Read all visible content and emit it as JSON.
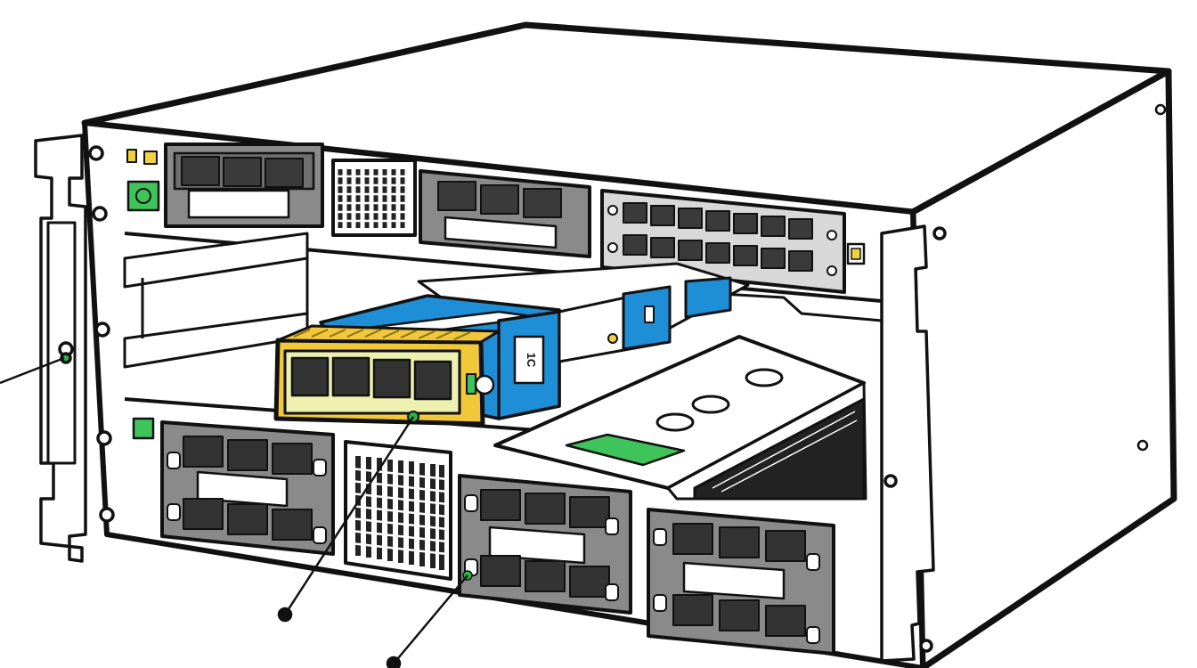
{
  "colors": {
    "outline": "#111111",
    "background": "#ffffff",
    "chassis": "#ffffff",
    "port_gray": "#8a8a8a",
    "port_dark": "#555555",
    "module_light": "#d8d8d8",
    "label_white": "#ffffff",
    "accent_green": "#3ec45a",
    "accent_yellow": "#f2d23c",
    "adapter_yellow": "#f0c83a",
    "transceiver_blue": "#1e8fd6",
    "led_green": "#2bb34a"
  },
  "parts": {
    "chassis": "network-chassis",
    "top_modules": [
      "rj45-module-3port",
      "vent-grille",
      "rj45-module-3port",
      "rj45-module-14port"
    ],
    "bottom_modules": [
      "rj45-module-6port",
      "vent-grille",
      "rj45-module-6port",
      "rj45-module-6port"
    ],
    "slot_device": "transceiver-stack",
    "adapter": "rj45-adapter-4port",
    "drive": "drive-sled"
  },
  "tag_text": "1C"
}
